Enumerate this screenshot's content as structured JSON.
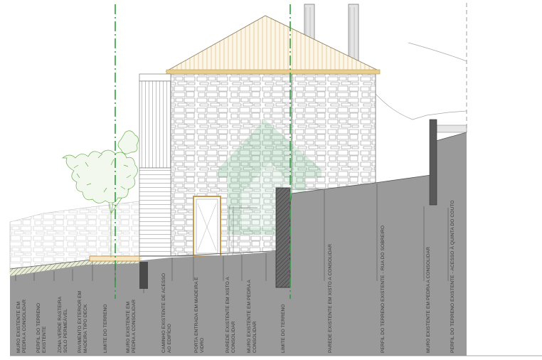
{
  "labels": {
    "l1": [
      "MURO EXISTENTE EM",
      "PEDRA A CONSOLIDAR"
    ],
    "l2": [
      "PERFIL DO TERRENO",
      "EXISTENTE"
    ],
    "l3": [
      "ZONA VERDE RASTEIRA",
      "SOLO PERMEÁVEL"
    ],
    "l4": [
      "PAVIMENTO EXTERIOR EM",
      "MADEIRA TIPO DECK"
    ],
    "l5": [
      "LIMITE DO TERRENO"
    ],
    "l6": [
      "MURO EXISTENTE EM",
      "PEDRA A CONSOLIDAR"
    ],
    "l7": [
      "CAMINHO EXISTENTE DE ACESSO",
      "AO EDIFÍCIO"
    ],
    "l8": [
      "PORTA ENTRADA EM MADEIRA E",
      "VIDRO"
    ],
    "l9": [
      "PAREDE EXISTENTE EM XISTO A",
      "CONSOLIDAR"
    ],
    "l10": [
      "MURO EXISTENTE EM PEDRA A",
      "CONSOLIDAR"
    ],
    "l11": [
      "LIMITE DO TERRENO"
    ],
    "l12": [
      "PAREDE EXISTENTE EM XISTO A CONSOLIDAR"
    ],
    "l13": [
      "PERFIL DO TERRENO EXISTENTE - RUA DO SOBREIRO"
    ],
    "l14": [
      "MURO EXISTENTE EM PEDRA A CONSOLIDAR"
    ],
    "l15": [
      "PERFIL DO TERRENO EXISTENTE - ACESSO À QUINTA DO COUTO"
    ]
  }
}
